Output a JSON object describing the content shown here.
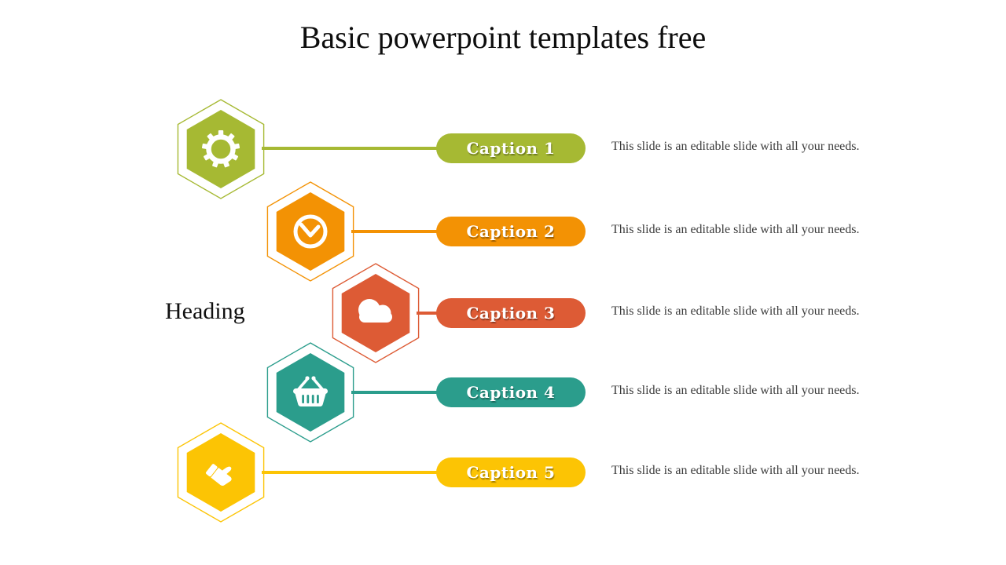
{
  "page": {
    "background": "#ffffff"
  },
  "title": "Basic powerpoint templates free",
  "heading": "Heading",
  "rows": [
    {
      "caption": "Caption 1",
      "description": "This slide is an editable slide with all your needs.",
      "color": "#a6b933",
      "icon": "gear-icon"
    },
    {
      "caption": "Caption 2",
      "description": "This slide is an editable slide with all your needs.",
      "color": "#f39204",
      "icon": "clock-icon"
    },
    {
      "caption": "Caption 3",
      "description": "This slide is an editable slide with all your needs.",
      "color": "#dd5b35",
      "icon": "cloud-icon"
    },
    {
      "caption": "Caption 4",
      "description": "This slide is an editable slide with all your needs.",
      "color": "#2b9d8c",
      "icon": "shopping-basket-icon"
    },
    {
      "caption": "Caption 5",
      "description": "This slide is an editable slide with all your needs.",
      "color": "#fcc404",
      "icon": "thumbs-up-icon"
    }
  ]
}
